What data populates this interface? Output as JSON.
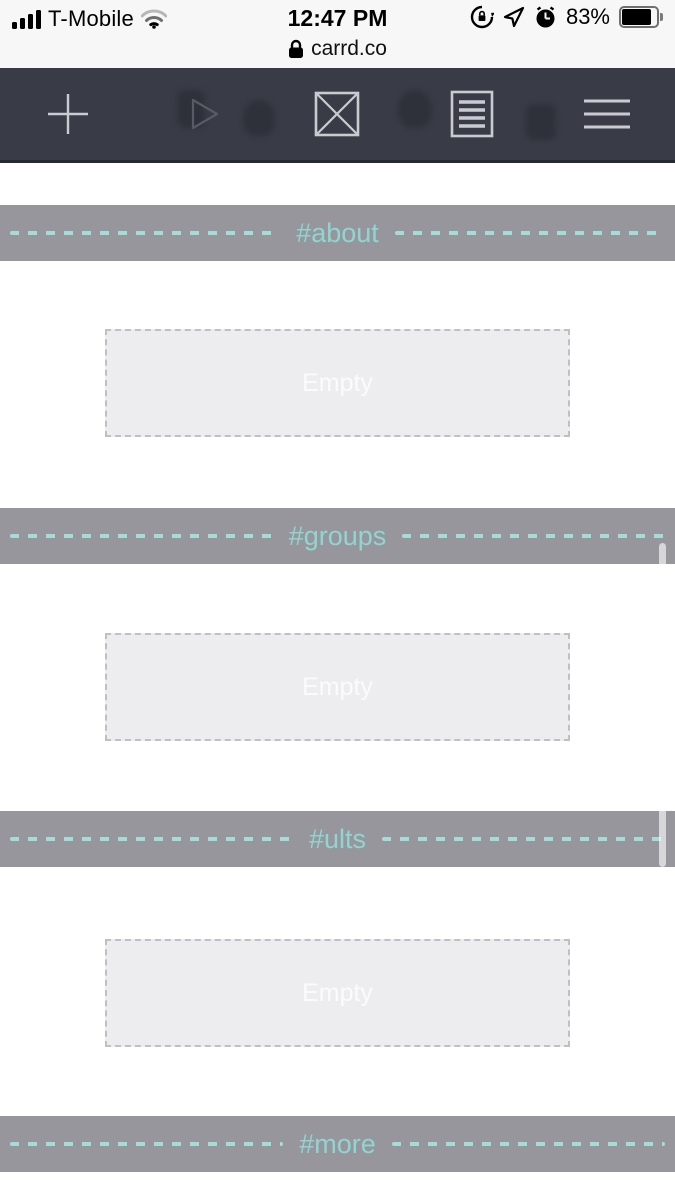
{
  "status_bar": {
    "carrier": "T-Mobile",
    "time": "12:47 PM",
    "battery_percent": "83%",
    "icons": [
      "signal-bars",
      "wifi",
      "rotation-lock",
      "location-arrow",
      "alarm-clock",
      "battery"
    ]
  },
  "url_bar": {
    "domain": "carrd.co",
    "icon": "lock-icon"
  },
  "toolbar": {
    "icons": [
      "add-element",
      "preview-play",
      "image-placeholder",
      "text-document",
      "menu"
    ],
    "background": "#393c47",
    "icon_color": "#c9cbd1",
    "dim_icon_color": "#585b66"
  },
  "sections": [
    {
      "label": "#about",
      "empty_label": "Empty"
    },
    {
      "label": "#groups",
      "empty_label": "Empty"
    },
    {
      "label": "#ults",
      "empty_label": "Empty"
    },
    {
      "label": "#more"
    }
  ],
  "colors": {
    "section_bar_bg": "#97969d",
    "accent_teal": "#8fd6d1",
    "dash_teal": "#a4ddd8",
    "empty_box_bg": "#ededef",
    "empty_box_border": "#bfbfc5"
  }
}
